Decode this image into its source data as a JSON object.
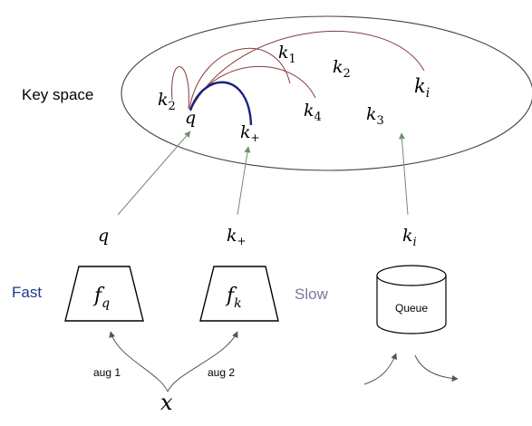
{
  "labels": {
    "key_space": "Key space",
    "fast": "Fast",
    "slow": "Slow",
    "queue": "Queue",
    "aug1": "aug 1",
    "aug2": "aug 2"
  },
  "space_keys": {
    "k1": {
      "base": "k",
      "sub": "1"
    },
    "k2_top": {
      "base": "k",
      "sub": "2"
    },
    "ki_top": {
      "base": "k",
      "sub": "i"
    },
    "k2_left": {
      "base": "k",
      "sub": "2"
    },
    "q": {
      "base": "q",
      "sub": ""
    },
    "kplus": {
      "base": "k",
      "sub": "+"
    },
    "k4": {
      "base": "k",
      "sub": "4"
    },
    "k3": {
      "base": "k",
      "sub": "3"
    }
  },
  "outputs": {
    "q": {
      "base": "q",
      "sub": ""
    },
    "kplus": {
      "base": "k",
      "sub": "+"
    },
    "ki": {
      "base": "k",
      "sub": "i"
    }
  },
  "encoders": {
    "fq": {
      "base": "f",
      "sub": "q"
    },
    "fk": {
      "base": "f",
      "sub": "k"
    }
  },
  "input": "x",
  "colors": {
    "fast": "#1f3a8a",
    "slow": "#7a7a9a",
    "positive_arc": "#1a237e",
    "negative_arc": "#7a2a2a",
    "arrow": "#6f8f6f"
  }
}
